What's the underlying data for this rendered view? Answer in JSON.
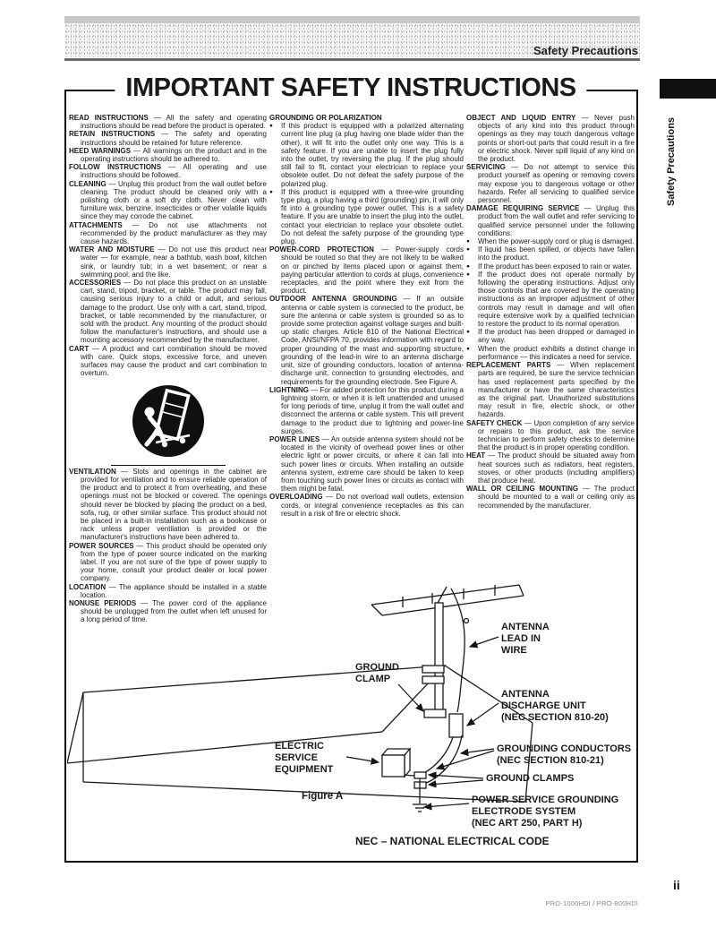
{
  "misc": {
    "sep": " — ",
    "bullet": "●"
  },
  "colors": {
    "side_tab": "#101010",
    "band_bar": "#c9c9c9",
    "band_rule": "#6b6b6b"
  },
  "header": {
    "band_label": "Safety Precautions",
    "side_tab_label": "Safety Precautions"
  },
  "title": "IMPORTANT SAFETY INSTRUCTIONS",
  "columns": [
    {
      "blocks": [
        {
          "kind": "entry",
          "head": "READ INSTRUCTIONS",
          "text": "All the safety and operating instructions should be read before the product is operated."
        },
        {
          "kind": "entry",
          "head": "RETAIN INSTRUCTIONS",
          "text": "The safety and operating instructions should be retained for future reference."
        },
        {
          "kind": "entry",
          "head": "HEED WARNINGS",
          "text": "All warnings on the product and in the operating instructions should be adhered to."
        },
        {
          "kind": "entry",
          "head": "FOLLOW INSTRUCTIONS",
          "text": "All operating and use instructions should be followed."
        },
        {
          "kind": "entry",
          "head": "CLEANING",
          "text": "Unplug this product from the wall outlet before cleaning. The product should be cleaned only with a polishing cloth or a soft dry cloth. Never clean with furniture wax, benzine, insecticides or other volatile liquids since they may corrode the cabinet."
        },
        {
          "kind": "entry",
          "head": "ATTACHMENTS",
          "text": "Do not use attachments not recommended by the product manufacturer as they may cause hazards."
        },
        {
          "kind": "entry",
          "head": "WATER AND MOISTURE",
          "text": "Do not use this product near water — for example, near a bathtub, wash bowl, kitchen sink, or laundry tub; in a wet basement; or near a swimming pool; and the like."
        },
        {
          "kind": "entry",
          "head": "ACCESSORIES",
          "text": "Do not place this product on an unstable cart, stand, tripod, bracket, or table. The product may fall, causing serious injury to a child or adult, and serious damage to the product. Use only with a cart, stand, tripod, bracket, or table recommended by the manufacturer, or sold with the product. Any mounting of the product should follow the manufacturer's instructions, and should use a mounting accessory recommended by the manufacturer."
        },
        {
          "kind": "entry",
          "head": "CART",
          "text": "A product and cart combination should be moved with care. Quick stops, excessive force, and uneven surfaces may cause the product and cart combination to overturn."
        },
        {
          "kind": "icon",
          "name": "no-cart-warning-icon"
        },
        {
          "kind": "entry",
          "head": "VENTILATION",
          "text": "Slots and openings in the cabinet are provided for ventilation and to ensure reliable operation of the product and to protect it from overheating, and these openings must not be blocked or covered. The openings should never be blocked by placing the product on a bed, sofa, rug, or other similar surface. This product should not be placed in a built-in installation such as a bookcase or rack unless proper ventilation is provided or the manufacturer's instructions have been adhered to."
        },
        {
          "kind": "entry",
          "head": "POWER SOURCES",
          "text": "This product should be operated only from the type of power source indicated on the marking label. If you are not sure of the type of power supply to your home, consult your product dealer or local power company."
        },
        {
          "kind": "entry",
          "head": "LOCATION",
          "text": "The appliance should be installed in a stable location."
        },
        {
          "kind": "entry",
          "head": "NONUSE PERIODS",
          "text": "The power cord of the appliance should be unplugged from the outlet when left unused for a long period of time."
        }
      ]
    },
    {
      "blocks": [
        {
          "kind": "entry",
          "head": "GROUNDING OR POLARIZATION",
          "text": ""
        },
        {
          "kind": "bullet",
          "text": "If this product is equipped with a polarized alternating current line plug (a plug having one blade wider than the other), it will fit into the outlet only one way. This is a safety feature. If you are unable to insert the plug fully into the outlet, try reversing the plug. If the plug should still fail to fit, contact your electrician to replace your obsolete outlet. Do not defeat the safety purpose of the polarized plug."
        },
        {
          "kind": "bullet",
          "text": "If this product is equipped with a three-wire grounding type plug, a plug having a third (grounding) pin, it will only fit into a grounding type power outlet. This is a safety feature. If you are unable to insert the plug into the outlet, contact your electrician to replace your obsolete outlet. Do not defeat the safety purpose of the grounding type plug."
        },
        {
          "kind": "entry",
          "head": "POWER-CORD PROTECTION",
          "text": "Power-supply cords should be routed so that they are not likely to be walked on or pinched by items placed upon or against them, paying particular attention to cords at plugs, convenience receptacles, and the point where they exit from the product."
        },
        {
          "kind": "entry",
          "head": "OUTDOOR ANTENNA GROUNDING",
          "text": "If an outside antenna or cable system is connected to the product, be sure the antenna or cable system is grounded so as to provide some protection against voltage surges and built-up static charges. Article 810 of the National Electrical Code, ANSI/NFPA 70, provides information with regard to proper grounding of the mast and supporting structure, grounding of the lead-in wire to an antenna discharge unit, size of grounding conductors, location of antenna-discharge unit, connection to grounding electrodes, and requirements for the grounding electrode. See Figure A."
        },
        {
          "kind": "entry",
          "head": "LIGHTNING",
          "text": "For added protection for this product during a lightning storm, or when it is left unattended and unused for long periods of time, unplug it from the wall outlet and disconnect the antenna or cable system. This will prevent damage to the product due to lightning and power-line surges."
        },
        {
          "kind": "entry",
          "head": "POWER LINES",
          "text": "An outside antenna system should not be located in the vicinity of overhead power lines or other electric light or power circuits, or where it can fall into such power lines or circuits. When installing an outside antenna system, extreme care should be taken to keep from touching such power lines or circuits as contact with them might be fatal."
        },
        {
          "kind": "entry",
          "head": "OVERLOADING",
          "text": "Do not overload wall outlets, extension cords, or integral convenience receptacles as this can result in a risk of fire or electric shock."
        }
      ]
    },
    {
      "blocks": [
        {
          "kind": "entry",
          "head": "OBJECT AND LIQUID ENTRY",
          "text": "Never push objects of any kind into this product through openings as they may touch dangerous voltage points or short-out parts that could result in a fire or electric shock. Never spill liquid of any kind on the product."
        },
        {
          "kind": "entry",
          "head": "SERVICING",
          "text": "Do not attempt to service this product yourself as opening or removing covers may expose you to dangerous voltage or other hazards. Refer all servicing to qualified service personnel."
        },
        {
          "kind": "entry",
          "head": "DAMAGE REQUIRING SERVICE",
          "text": "Unplug this product from the wall outlet and refer servicing to qualified service personnel under the following conditions:"
        },
        {
          "kind": "bullet",
          "text": "When the power-supply cord or plug is damaged."
        },
        {
          "kind": "bullet",
          "text": "If liquid has been spilled, or objects have fallen into the product."
        },
        {
          "kind": "bullet",
          "text": "If the product has been exposed to rain or water."
        },
        {
          "kind": "bullet",
          "text": "If the product does not operate normally by following the operating instructions. Adjust only those controls that are covered by the operating instructions as an improper adjustment of other controls may result in damage and will often require extensive work by a qualified technician to restore the product to its normal operation."
        },
        {
          "kind": "bullet",
          "text": "If the product has been dropped or damaged in any way."
        },
        {
          "kind": "bullet",
          "text": "When the product exhibits a distinct change in performance — this indicates a need for service."
        },
        {
          "kind": "entry",
          "head": "REPLACEMENT PARTS",
          "text": "When replacement parts are required, be sure the service technician has used replacement parts specified by the manufacturer or have the same characteristics as the original part. Unauthorized substitutions may result in fire, electric shock, or other hazards."
        },
        {
          "kind": "entry",
          "head": "SAFETY CHECK",
          "text": "Upon completion of any service or repairs to this product, ask the service technician to perform safety checks to determine that the product is in proper operating condition."
        },
        {
          "kind": "entry",
          "head": "HEAT",
          "text": "The product should be situated away from heat sources such as radiators, heat registers, stoves, or other products (including amplifiers) that produce heat."
        },
        {
          "kind": "entry",
          "head": "WALL OR CEILING MOUNTING",
          "text": "The product should be mounted to a wall or ceiling only as recommended by the manufacturer."
        }
      ]
    }
  ],
  "figure": {
    "labels": {
      "antenna_lead_in": "ANTENNA\nLEAD IN\nWIRE",
      "ground_clamp": "GROUND\nCLAMP",
      "antenna_discharge": "ANTENNA\nDISCHARGE UNIT\n(NEC SECTION 810-20)",
      "grounding_conductors": "GROUNDING CONDUCTORS\n(NEC SECTION 810-21)",
      "ground_clamps": "GROUND CLAMPS",
      "power_service": "POWER SERVICE GROUNDING\nELECTRODE SYSTEM\n(NEC ART 250, PART H)",
      "electric_service": "ELECTRIC\nSERVICE\nEQUIPMENT",
      "caption": "Figure A",
      "nec_note": "NEC – NATIONAL ELECTRICAL CODE"
    }
  },
  "footer": {
    "page_number": "ii",
    "model": "PRO-1000HDI / PRO-800HDI"
  }
}
